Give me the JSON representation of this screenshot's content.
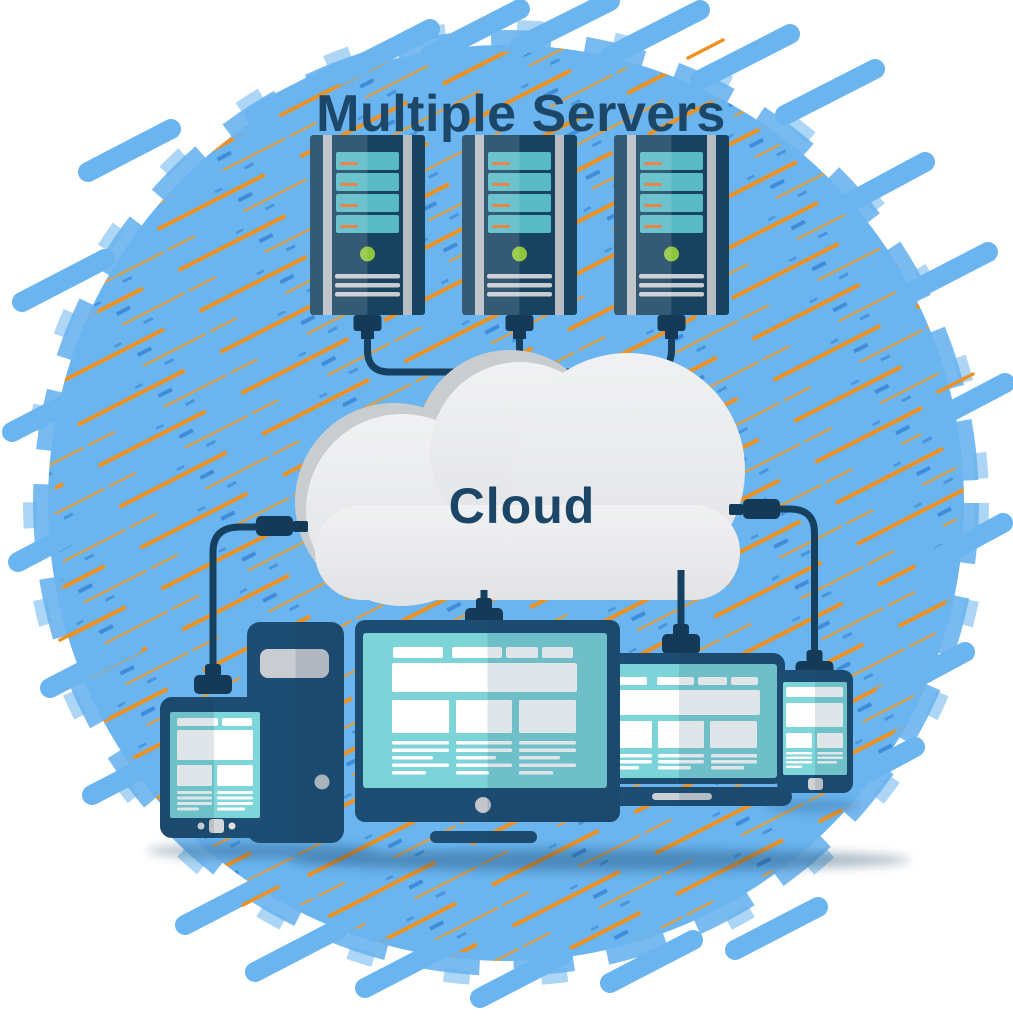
{
  "title": "Multiple Servers",
  "cloud": {
    "label": "Cloud"
  },
  "architecture": {
    "top_tier": {
      "label": "Multiple Servers",
      "server_count": 3
    },
    "middle_tier": {
      "label": "Cloud"
    },
    "bottom_tier": {
      "devices": [
        "tablet",
        "desktop-tower",
        "desktop-monitor",
        "laptop",
        "smartphone"
      ]
    }
  },
  "colors": {
    "background_scribble": "#6ab4ef",
    "scribble_orange": "#ef9120",
    "scribble_speckle_blue": "#3f8cd8",
    "device_navy": "#1d4d72",
    "device_navy_dark": "#143a57",
    "screen_teal": "#7cd4d9",
    "server_bar_teal": "#8edadc",
    "accent_orange_dash": "#e8722c",
    "power_led_green": "#8fc53d",
    "cloud_gray": "#ececee",
    "cloud_shadow_gray": "#c9cdd0",
    "rail_gray": "#b9bdc4",
    "text_navy": "#1d4768",
    "white_content": "#ffffff"
  }
}
